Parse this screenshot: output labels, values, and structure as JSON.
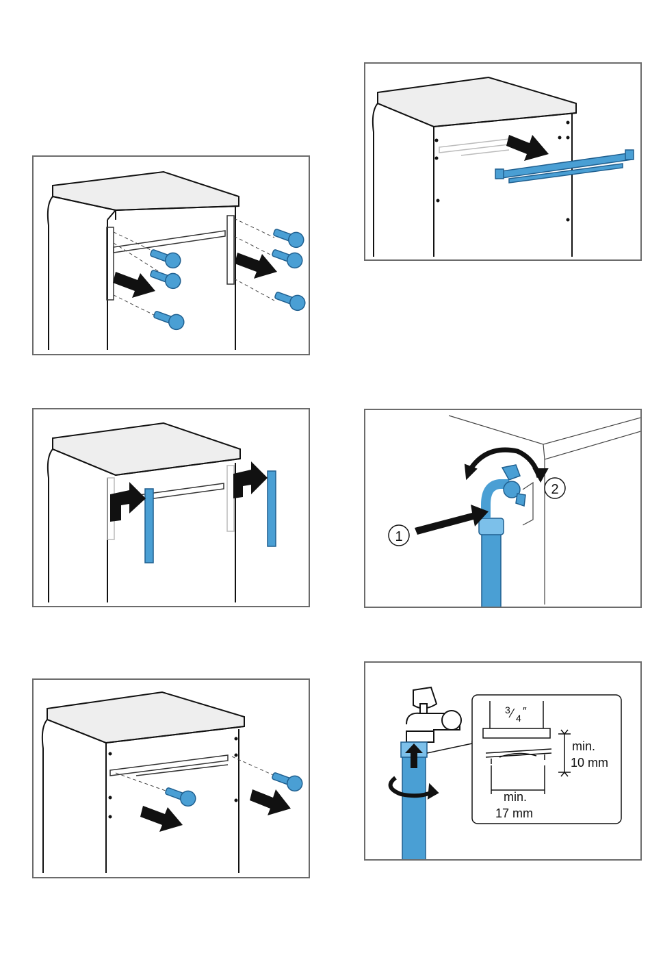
{
  "colors": {
    "part_blue": "#4a9fd4",
    "part_blue_dark": "#1f5f8f",
    "frame_gray": "#6b6b6b",
    "arrow_black": "#111111"
  },
  "panels": [
    {
      "id": "remove-screws",
      "icons": [
        "appliance-outline",
        "transport-screw-icon",
        "pull-arrow-icon"
      ]
    },
    {
      "id": "remove-rail",
      "icons": [
        "appliance-outline",
        "transport-rail",
        "pull-arrow-icon"
      ]
    },
    {
      "id": "remove-side-brackets",
      "icons": [
        "appliance-outline",
        "side-bracket",
        "bent-arrow-icon"
      ]
    },
    {
      "id": "connect-hose",
      "steps": {
        "step1": "1",
        "step2": "2"
      },
      "icons": [
        "hose-connector",
        "push-arrow-icon",
        "rotate-arrow-icon"
      ]
    },
    {
      "id": "remove-rear-screws",
      "icons": [
        "appliance-outline",
        "transport-screw-icon",
        "pull-arrow-icon"
      ]
    },
    {
      "id": "tap-connection",
      "thread": {
        "num": "3",
        "den": "4",
        "mark": "″"
      },
      "min_label_1": "min.",
      "min_value_1": "10 mm",
      "min_label_2": "min.",
      "min_value_2": "17 mm",
      "icons": [
        "water-tap",
        "hose",
        "rotate-arrow-icon",
        "zoom-callout"
      ]
    }
  ]
}
